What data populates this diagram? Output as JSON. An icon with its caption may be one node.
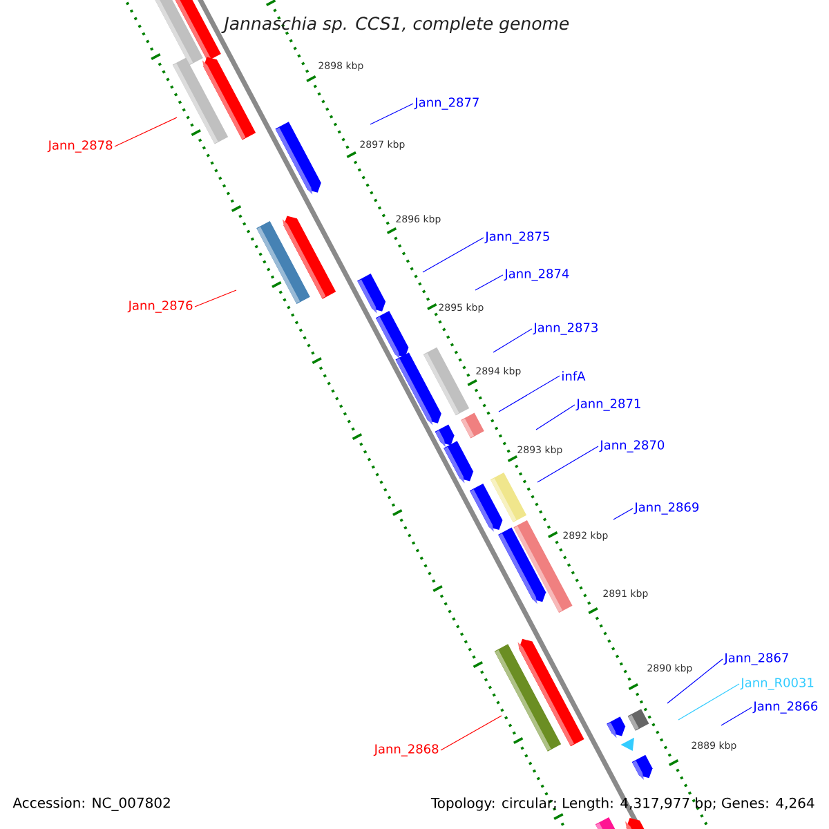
{
  "diagram": {
    "title": "Jannaschia sp. CCS1, complete genome",
    "nodes": [
      {
        "text": [
          "Jann_2877"
        ]
      },
      {
        "text": [
          "Jann_2878"
        ]
      },
      {
        "text": [
          "Jann_2875"
        ]
      },
      {
        "text": [
          "Jann_2874"
        ]
      },
      {
        "text": [
          "Jann_2876"
        ]
      },
      {
        "text": [
          "Jann_2873"
        ]
      },
      {
        "text": [
          "infA"
        ]
      },
      {
        "text": [
          "Jann_2871"
        ]
      },
      {
        "text": [
          "Jann_2870"
        ]
      },
      {
        "text": [
          "Jann_2869"
        ]
      },
      {
        "text": [
          "Jann_2867"
        ]
      },
      {
        "text": [
          "Jann_R0031"
        ]
      },
      {
        "text": [
          "Jann_2866"
        ]
      },
      {
        "text": [
          "Jann_2868"
        ]
      }
    ],
    "edges": [
      {
        "from": 0,
        "to": null,
        "arrow": "none"
      },
      {
        "from": 1,
        "to": null,
        "arrow": "none",
        "color": "#ff0000"
      },
      {
        "from": 2,
        "to": null,
        "arrow": "none"
      },
      {
        "from": 3,
        "to": null,
        "arrow": "none"
      },
      {
        "from": 4,
        "to": null,
        "arrow": "none",
        "color": "#ff0000"
      },
      {
        "from": 5,
        "to": null,
        "arrow": "none"
      },
      {
        "from": 6,
        "to": null,
        "arrow": "none"
      },
      {
        "from": 7,
        "to": null,
        "arrow": "none"
      },
      {
        "from": 8,
        "to": null,
        "arrow": "none"
      },
      {
        "from": 9,
        "to": null,
        "arrow": "none"
      },
      {
        "from": 10,
        "to": null,
        "arrow": "none"
      },
      {
        "from": 11,
        "to": null,
        "arrow": "none",
        "color": "#33ccff"
      },
      {
        "from": 12,
        "to": null,
        "arrow": "none"
      },
      {
        "from": 13,
        "to": null,
        "arrow": "none",
        "color": "#ff0000"
      }
    ],
    "labels": [
      "2898 kbp",
      "2897 kbp",
      "2896 kbp",
      "2895 kbp",
      "2894 kbp",
      "2893 kbp",
      "2892 kbp",
      "2891 kbp",
      "2890 kbp",
      "2889 kbp",
      "Accession: NC_007802",
      "Topology: circular; Length: 4,317,977 bp; Genes: 4,264"
    ]
  }
}
